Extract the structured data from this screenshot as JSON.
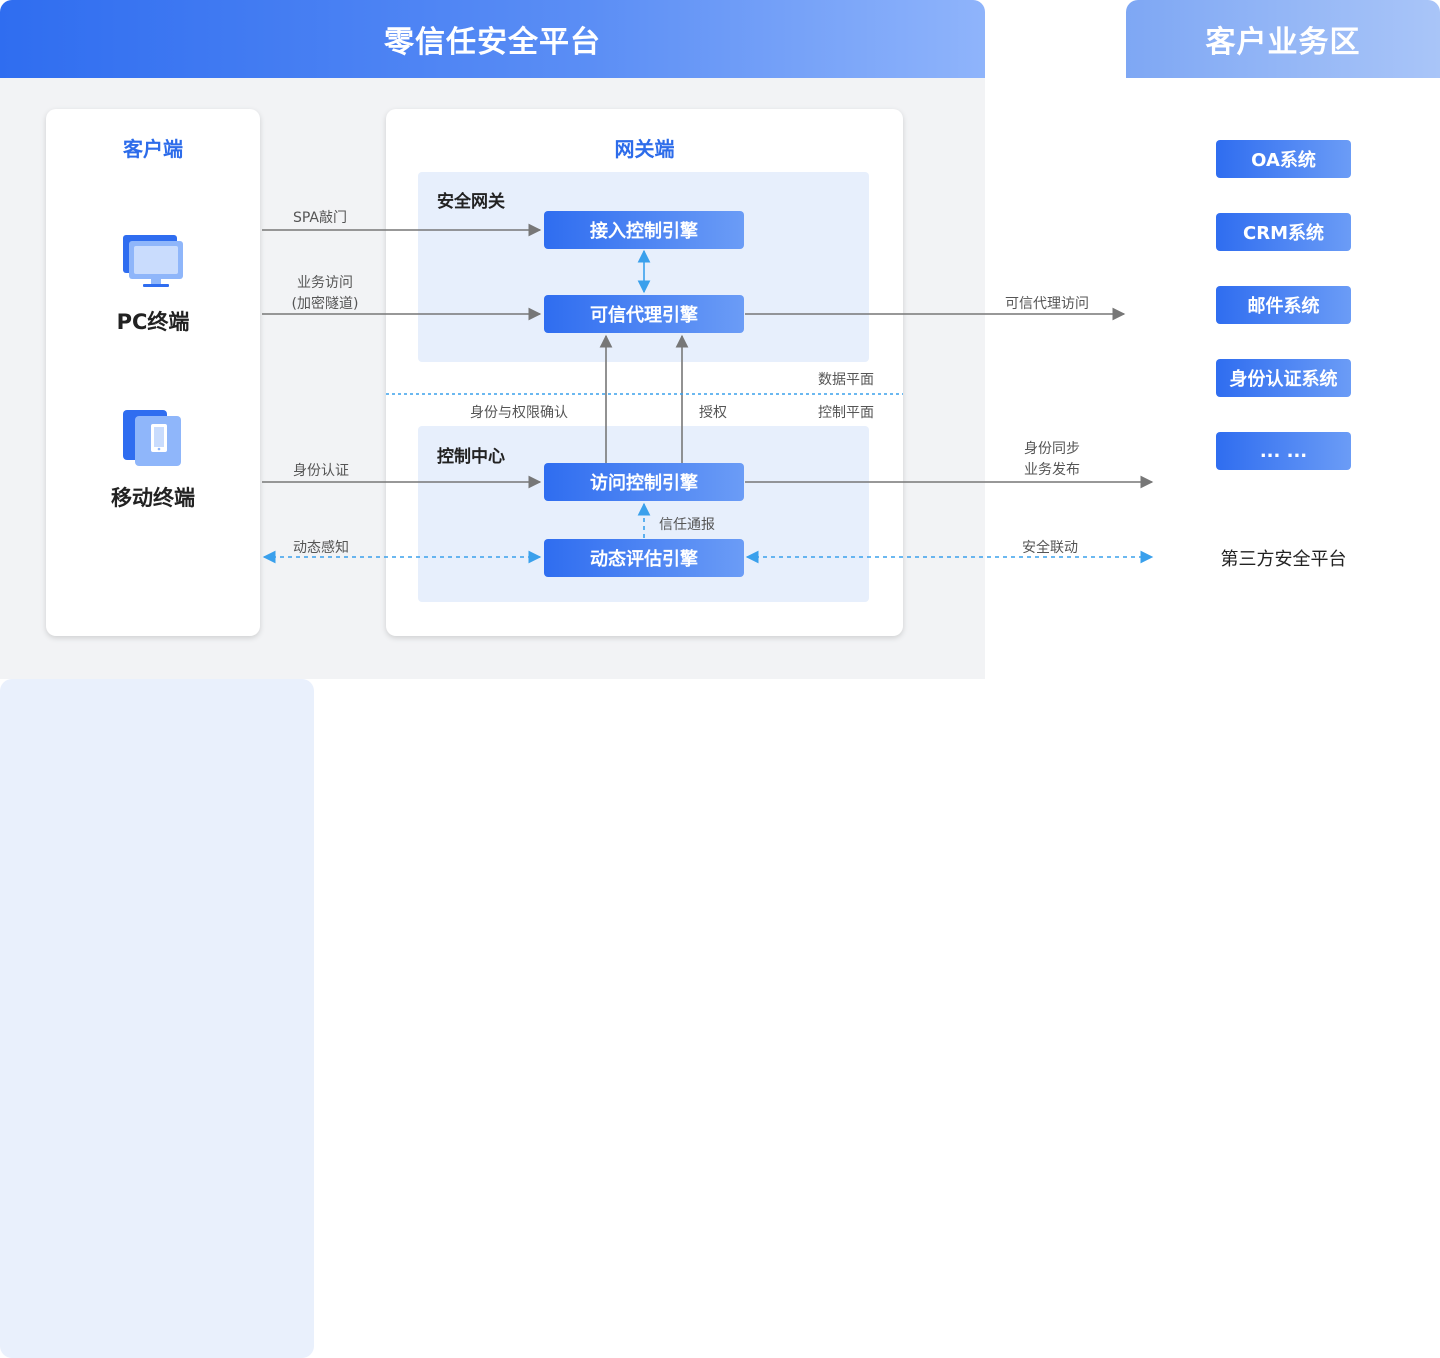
{
  "zero_trust": {
    "title": "零信任安全平台",
    "client": {
      "title": "客户端",
      "devices": [
        {
          "name": "PC终端",
          "icon": "pc-monitor-icon"
        },
        {
          "name": "移动终端",
          "icon": "mobile-phone-icon"
        }
      ]
    },
    "gateway": {
      "title": "网关端",
      "secure_gateway": {
        "title": "安全网关",
        "engines": [
          "接入控制引擎",
          "可信代理引擎"
        ]
      },
      "control_center": {
        "title": "控制中心",
        "engines": [
          "访问控制引擎",
          "动态评估引擎"
        ]
      },
      "data_plane": "数据平面",
      "control_plane": "控制平面",
      "identity_confirm": "身份与权限确认",
      "authorize": "授权",
      "trust_notify": "信任通报"
    }
  },
  "flows": {
    "spa": "SPA敲门",
    "biz_access": "业务访问",
    "biz_access_sub": "(加密隧道)",
    "identity_auth": "身份认证",
    "dynamic_sense": "动态感知",
    "trusted_proxy_access": "可信代理访问",
    "identity_sync": "身份同步",
    "biz_publish": "业务发布",
    "security_linkage": "安全联动"
  },
  "business": {
    "title": "客户业务区",
    "systems": [
      "OA系统",
      "CRM系统",
      "邮件系统",
      "身份认证系统",
      "... ..."
    ],
    "third_party": "第三方安全平台"
  },
  "colors": {
    "primary": "#2f6df0",
    "arrow_gray": "#777777",
    "dashed_blue": "#3aa0ec"
  }
}
